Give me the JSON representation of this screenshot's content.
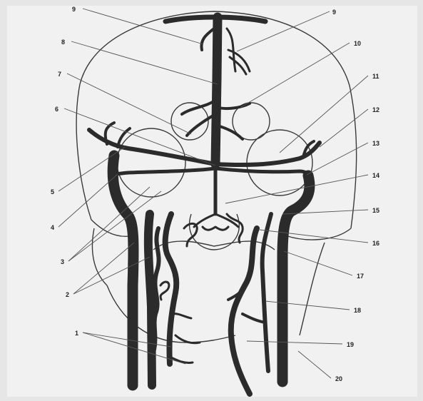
{
  "labels": {
    "left": [
      {
        "id": "l9",
        "text": "9"
      },
      {
        "id": "l8",
        "text": "8"
      },
      {
        "id": "l7",
        "text": "7"
      },
      {
        "id": "l6",
        "text": "6"
      },
      {
        "id": "l5",
        "text": "5"
      },
      {
        "id": "l4",
        "text": "4"
      },
      {
        "id": "l3",
        "text": "3"
      },
      {
        "id": "l2",
        "text": "2"
      },
      {
        "id": "l1",
        "text": "1"
      }
    ],
    "right": [
      {
        "id": "r9",
        "text": "9"
      },
      {
        "id": "r10",
        "text": "10"
      },
      {
        "id": "r11",
        "text": "11"
      },
      {
        "id": "r12",
        "text": "12"
      },
      {
        "id": "r13",
        "text": "13"
      },
      {
        "id": "r14",
        "text": "14"
      },
      {
        "id": "r15",
        "text": "15"
      },
      {
        "id": "r16",
        "text": "16"
      },
      {
        "id": "r17",
        "text": "17"
      },
      {
        "id": "r18",
        "text": "18"
      },
      {
        "id": "r19",
        "text": "19"
      },
      {
        "id": "r20",
        "text": "20"
      }
    ]
  },
  "colors": {
    "vessel": "#2b2b2b",
    "outline": "#3a3a3a",
    "background": "#e9e9e9"
  }
}
